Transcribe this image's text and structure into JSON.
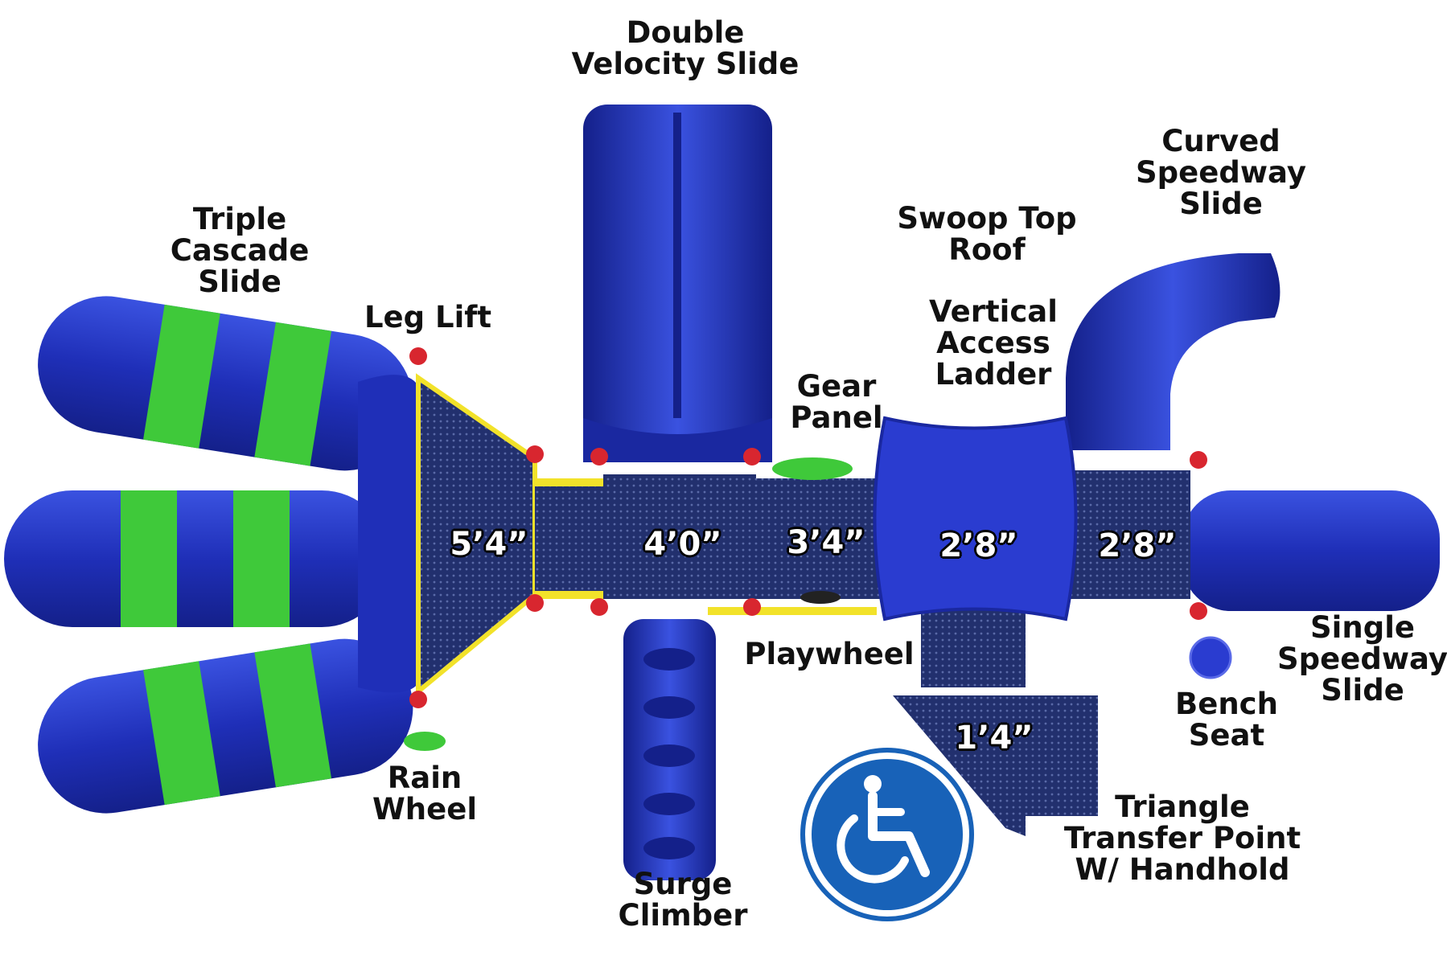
{
  "colors": {
    "slide_blue": "#1f2fb8",
    "slide_blue_light": "#3a52e0",
    "accent_green": "#3fc93a",
    "deck_navy": "#22306e",
    "rail_yellow": "#f2e22a",
    "post_red": "#d8262f",
    "ada_blue": "#1862b8"
  },
  "labels": {
    "double_velocity_slide": "Double\nVelocity Slide",
    "triple_cascade_slide": "Triple\nCascade\nSlide",
    "leg_lift": "Leg Lift",
    "gear_panel": "Gear\nPanel",
    "swoop_top_roof": "Swoop Top\nRoof",
    "vertical_access_ladder": "Vertical\nAccess\nLadder",
    "curved_speedway_slide": "Curved\nSpeedway\nSlide",
    "playwheel": "Playwheel",
    "single_speedway_slide": "Single\nSpeedway\nSlide",
    "bench_seat": "Bench\nSeat",
    "rain_wheel": "Rain\nWheel",
    "surge_climber": "Surge\nClimber",
    "triangle_transfer_point": "Triangle\nTransfer Point\nW/ Handhold"
  },
  "deck_heights": {
    "deck_1": "5’4”",
    "deck_2": "4’0”",
    "deck_3": "3’4”",
    "deck_4": "2’8”",
    "deck_5": "2’8”",
    "transfer": "1’4”"
  },
  "icons": {
    "accessibility": "wheelchair-accessibility-icon"
  }
}
